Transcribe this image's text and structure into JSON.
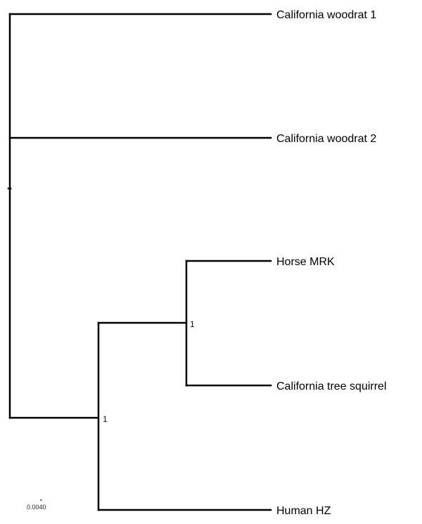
{
  "tree": {
    "tips": [
      {
        "id": "woodrat1",
        "label": "California woodrat 1"
      },
      {
        "id": "woodrat2",
        "label": "California woodrat 2"
      },
      {
        "id": "horse",
        "label": "Horse MRK"
      },
      {
        "id": "squirrel",
        "label": "California tree squirrel"
      },
      {
        "id": "human",
        "label": "Human HZ"
      }
    ],
    "nodes": [
      {
        "id": "n_horse_squirrel",
        "support": "1"
      },
      {
        "id": "n_human_clade",
        "support": "1"
      }
    ],
    "scale_bar": {
      "value": 0.004,
      "label": "0.0040"
    }
  }
}
